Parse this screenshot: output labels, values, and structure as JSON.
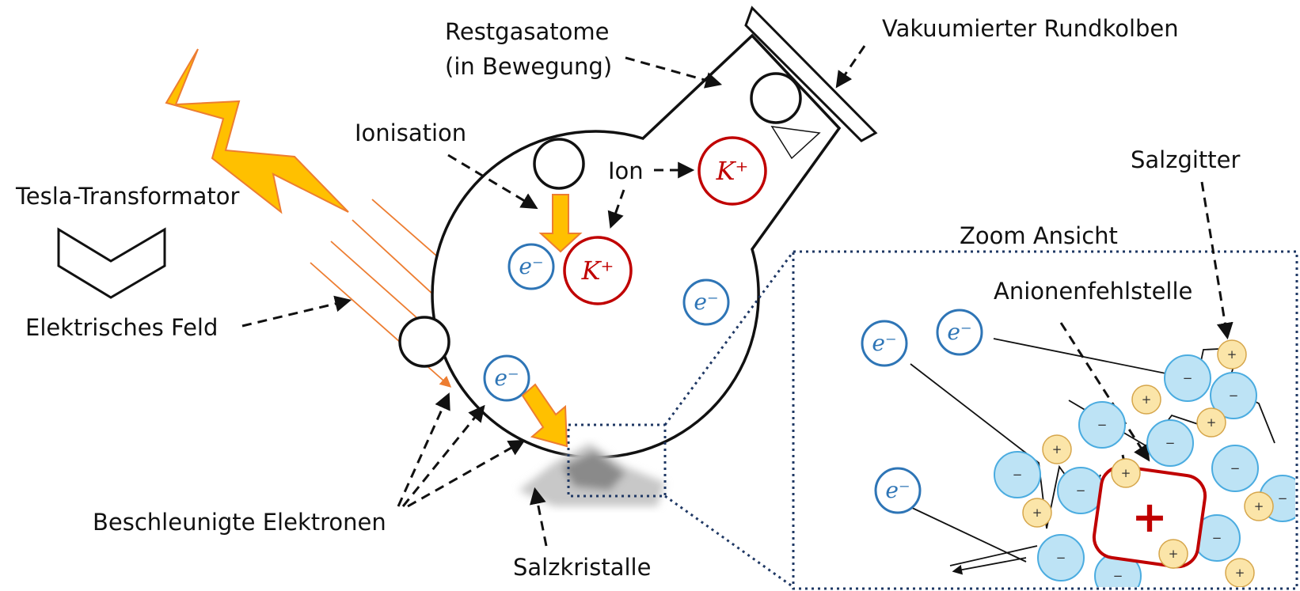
{
  "labels": {
    "tesla": "Tesla-Transformator",
    "field": "Elektrisches Feld",
    "restgas_line1": "Restgasatome",
    "restgas_line2": "(in Bewegung)",
    "flask": "Vakuumierter Rundkolben",
    "ionisation": "Ionisation",
    "ion": "Ion",
    "salt_lattice": "Salzgitter",
    "zoom": "Zoom Ansicht",
    "anion_vacancy": "Anionenfehlstelle",
    "accel_electrons": "Beschleunigte Elektronen",
    "salt_crystals": "Salzkristalle"
  },
  "symbols": {
    "electron": "e⁻",
    "potassium_ion": "K⁺",
    "plus": "+",
    "minus": "−",
    "vacancy_plus": "+"
  },
  "colors": {
    "electron": "#2E75B6",
    "ion": "#C00000",
    "lightning": "#FFC000",
    "lightning_edge": "#ED7D31",
    "rays": "#ED7D31",
    "anion_fill": "#BDE3F5",
    "cation_fill": "#FBE5A9",
    "zoom_border": "#1F3864"
  }
}
